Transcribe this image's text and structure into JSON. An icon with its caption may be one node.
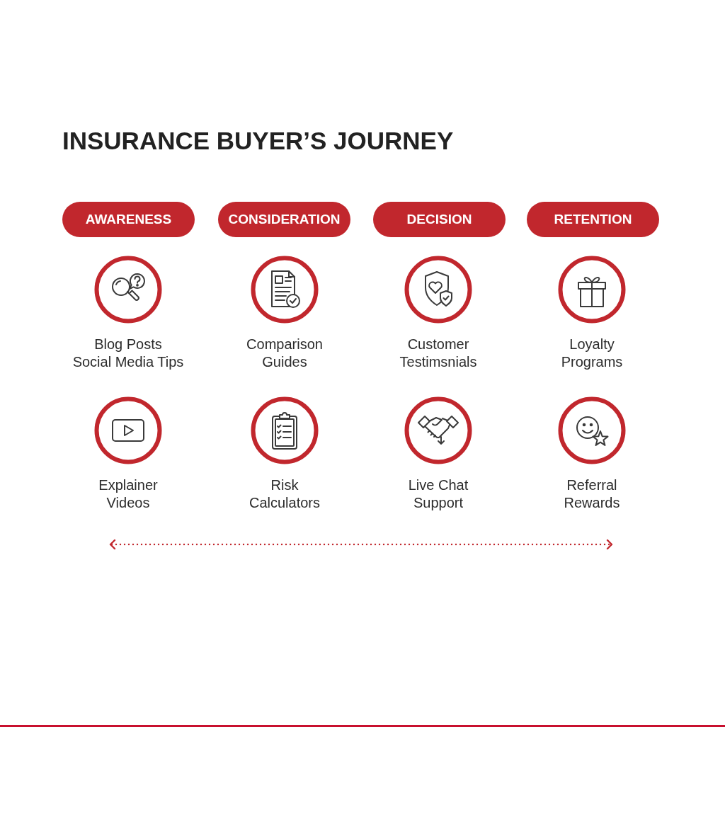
{
  "diagram": {
    "title": "INSURANCE BUYER’S JOURNEY",
    "nodes": [
      {
        "text": [
          "AWARENESS"
        ]
      },
      {
        "text": [
          "CONSIDERATION"
        ]
      },
      {
        "text": [
          "DECISION"
        ]
      },
      {
        "text": [
          "RETENTION"
        ]
      },
      {
        "text": [
          "Blog Posts",
          "Social Media Tips"
        ]
      },
      {
        "text": [
          "Comparison Guides"
        ]
      },
      {
        "text": [
          "Customer Testimsnials"
        ]
      },
      {
        "text": [
          "Loyalty Programs"
        ]
      },
      {
        "text": [
          "Explainer Videos"
        ]
      },
      {
        "text": [
          "Risk Calculators"
        ]
      },
      {
        "text": [
          "Live Chat Support"
        ]
      },
      {
        "text": [
          "Referral Rewards"
        ]
      }
    ]
  }
}
